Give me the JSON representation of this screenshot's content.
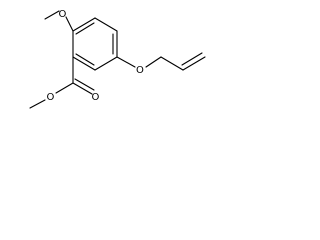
{
  "molecule": {
    "atoms": {
      "o_methoxy": "O",
      "o_carbonyl": "O",
      "o_ester": "O",
      "o_allyloxy": "O"
    }
  },
  "colors": {
    "background": "#ffffff",
    "bond": "#000000",
    "label": "#000000"
  }
}
